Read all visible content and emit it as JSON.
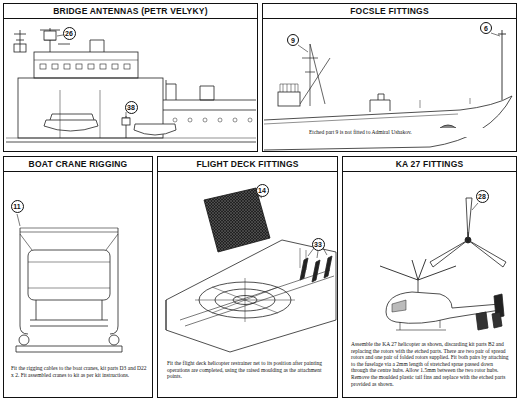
{
  "diagram": {
    "nodes": [
      {
        "text": [
          "BRIDGE ANTENNAS (PETR VELYKY)"
        ]
      },
      {
        "text": [
          "26"
        ],
        "in": 0
      },
      {
        "text": [
          "38"
        ],
        "in": 0
      },
      {
        "text": [
          "FOCSLE FITTINGS",
          "Etched part 9 is not fitted to Admiral Ushakov."
        ]
      },
      {
        "text": [
          "9"
        ],
        "in": 3
      },
      {
        "text": [
          "6"
        ],
        "in": 3
      },
      {
        "text": [
          "BOAT CRANE RIGGING",
          "Fit the rigging cables to the boat cranes, kit parts D3 and D22 x 2. Fit assembled cranes to kit as per kit instructions."
        ]
      },
      {
        "text": [
          "11"
        ],
        "in": 6
      },
      {
        "text": [
          "FLIGHT DECK FITTINGS",
          "Fit the flight deck helicopter restrainer net to its position after painting operations are completed, using the raised moulding as the attachment points."
        ]
      },
      {
        "text": [
          "14"
        ],
        "in": 8
      },
      {
        "text": [
          "33"
        ],
        "in": 8
      },
      {
        "text": [
          "KA 27 FITTINGS",
          "Assemble the KA 27 helicopter as shown, discarding kit parts B2 and replacing the rotors with the etched parts. There are two pair of spread rotors and one pair of folded rotors supplied. Fit both pairs by attaching to the fuselage via a 2mm length of stretched sprue passed down through the centre hubs. Allow 1.5mm between the two rotor hubs. Remove the moulded plastic tail fins and replace with the etched parts provided as shown."
        ]
      },
      {
        "text": [
          "28"
        ],
        "in": 11
      }
    ]
  }
}
